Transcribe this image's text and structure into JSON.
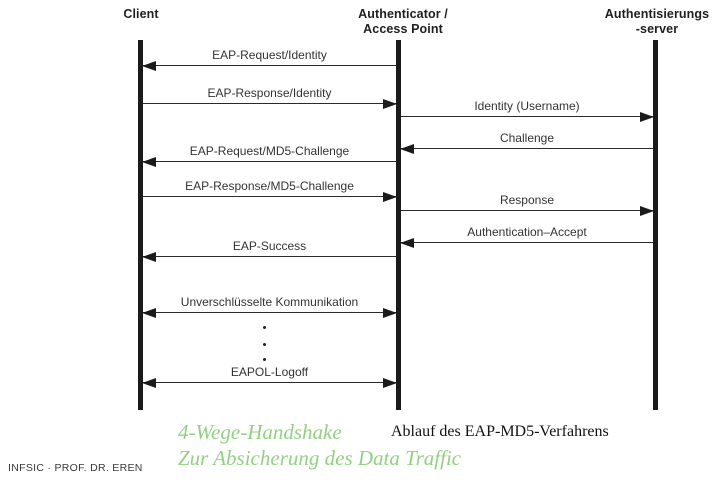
{
  "diagram": {
    "actors": [
      {
        "name": "client",
        "line1": "Client",
        "line2": ""
      },
      {
        "name": "authenticator",
        "line1": "Authenticator /",
        "line2": "Access Point"
      },
      {
        "name": "auth-server",
        "line1": "Authentisierungs",
        "line2": "-server"
      }
    ],
    "messages": [
      {
        "label": "EAP-Request/Identity",
        "from": "authenticator",
        "to": "client"
      },
      {
        "label": "EAP-Response/Identity",
        "from": "client",
        "to": "authenticator"
      },
      {
        "label": "Identity (Username)",
        "from": "authenticator",
        "to": "auth-server"
      },
      {
        "label": "Challenge",
        "from": "auth-server",
        "to": "authenticator"
      },
      {
        "label": "EAP-Request/MD5-Challenge",
        "from": "authenticator",
        "to": "client"
      },
      {
        "label": "EAP-Response/MD5-Challenge",
        "from": "client",
        "to": "authenticator"
      },
      {
        "label": "Response",
        "from": "authenticator",
        "to": "auth-server"
      },
      {
        "label": "Authentication–Accept",
        "from": "auth-server",
        "to": "authenticator"
      },
      {
        "label": "EAP-Success",
        "from": "authenticator",
        "to": "client"
      },
      {
        "label": "Unverschlüsselte Kommunikation",
        "from": "client",
        "to": "authenticator",
        "direction": "both"
      },
      {
        "label": "EAPOL-Logoff",
        "from": "client",
        "to": "authenticator",
        "direction": "both"
      }
    ]
  },
  "caption": "Ablauf des EAP-MD5-Verfahrens",
  "annotation": {
    "line1": "4-Wege-Handshake",
    "line2": "Zur Absicherung des Data Traffic",
    "color": "#90d280"
  },
  "footer": "INFSIC · PROF. DR. EREN",
  "colors": {
    "line": "#1b1b1b",
    "label_text": "#333333",
    "annotation_green": "#90d280"
  }
}
